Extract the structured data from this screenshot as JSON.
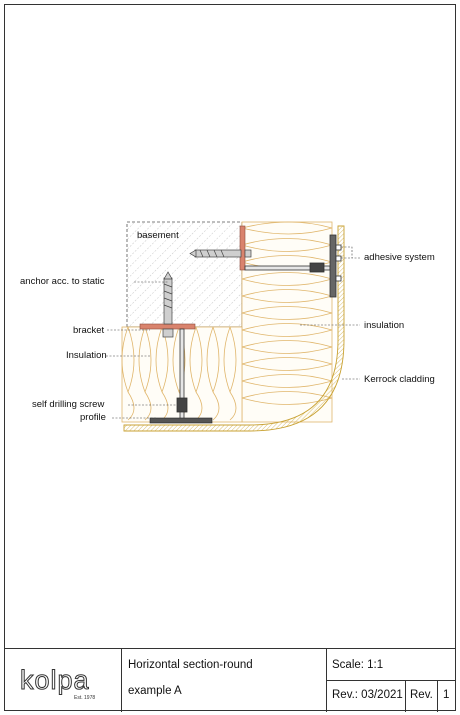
{
  "labels": {
    "basement": "basement",
    "adhesive_system": "adhesive system",
    "anchor": "anchor acc. to static",
    "insulation_right": "insulation",
    "bracket": "bracket",
    "insulation_left": "Insulation",
    "kerrock_cladding": "Kerrock cladding",
    "self_drilling_screw": "self drilling screw",
    "profile": "profile"
  },
  "title_block": {
    "logo_text": "kolpa",
    "logo_sub": "Est. 1978",
    "title_line1": "Horizontal section-round",
    "title_line2": "example A",
    "scale": "Scale: 1:1",
    "revision_date": "Rev.: 03/2021",
    "revision_label": "Rev.",
    "revision_number": "1"
  },
  "colors": {
    "insulation": "#e9c47f",
    "cladding": "#e8c65a",
    "bracket": "#d9836d",
    "basement_hatch": "#9a9a9a",
    "line": "#222222"
  }
}
